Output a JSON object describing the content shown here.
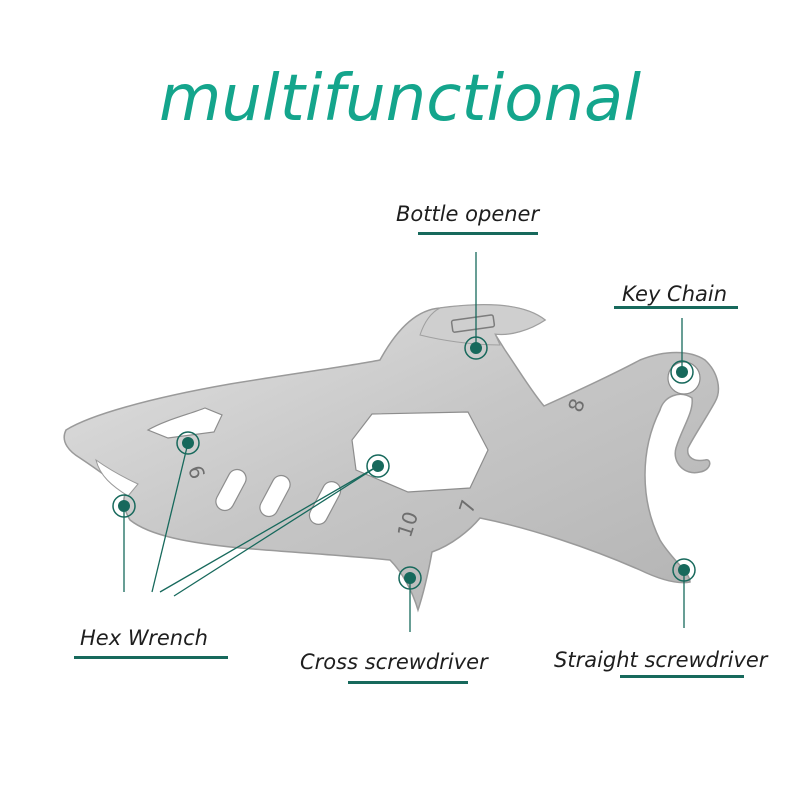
{
  "headline": "multifunctional",
  "callouts": {
    "bottle_opener": "Bottle opener",
    "key_chain": "Key Chain",
    "hex_wrench": "Hex Wrench",
    "cross_screwdriver": "Cross screwdriver",
    "straight_screwdriver": "Straight screwdriver"
  },
  "tool_markings": {
    "size_6": "6",
    "size_7": "7",
    "size_8": "8",
    "size_10": "10"
  },
  "colors": {
    "headline": "#14a58c",
    "accent_dark": "#17695c",
    "tool_metal": "#c9c9c9",
    "background": "#ffffff"
  },
  "icons": [
    "callout-marker-icon",
    "bottle-icon"
  ]
}
